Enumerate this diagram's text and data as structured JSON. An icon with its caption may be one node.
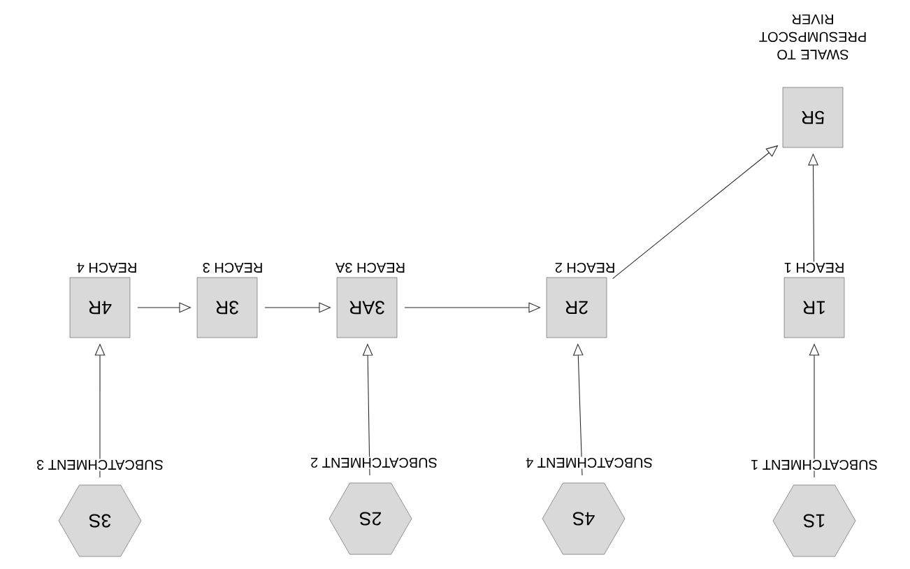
{
  "diagram": {
    "nodes": [
      {
        "text": [
          "1S"
        ],
        "beside": [
          "SUBCATCHMENT 1"
        ]
      },
      {
        "text": [
          "4S"
        ],
        "beside": [
          "SUBCATCHMENT 4"
        ]
      },
      {
        "text": [
          "2S"
        ],
        "beside": [
          "SUBCATCHMENT 2"
        ]
      },
      {
        "text": [
          "3S"
        ],
        "beside": [
          "SUBCATCHMENT 3"
        ]
      },
      {
        "text": [
          "1R"
        ],
        "beside": [
          "REACH 1"
        ]
      },
      {
        "text": [
          "2R"
        ],
        "beside": [
          "REACH 2"
        ]
      },
      {
        "text": [
          "3AR"
        ],
        "beside": [
          "REACH 3A"
        ]
      },
      {
        "text": [
          "3R"
        ],
        "beside": [
          "REACH 3"
        ]
      },
      {
        "text": [
          "4R"
        ],
        "beside": [
          "REACH 4"
        ]
      },
      {
        "text": [
          "5R"
        ],
        "beside": [
          "SWALE TO PRESUMPSCOT RIVER"
        ]
      }
    ],
    "edges": [
      {
        "from": 0,
        "to": 4,
        "arrow": "to"
      },
      {
        "from": 1,
        "to": 5,
        "arrow": "to"
      },
      {
        "from": 2,
        "to": 6,
        "arrow": "to"
      },
      {
        "from": 3,
        "to": 8,
        "arrow": "to"
      },
      {
        "from": 8,
        "to": 7,
        "arrow": "to"
      },
      {
        "from": 7,
        "to": 6,
        "arrow": "to"
      },
      {
        "from": 6,
        "to": 5,
        "arrow": "to"
      },
      {
        "from": 5,
        "to": 9,
        "arrow": "to"
      },
      {
        "from": 4,
        "to": 9,
        "arrow": "to"
      }
    ]
  }
}
